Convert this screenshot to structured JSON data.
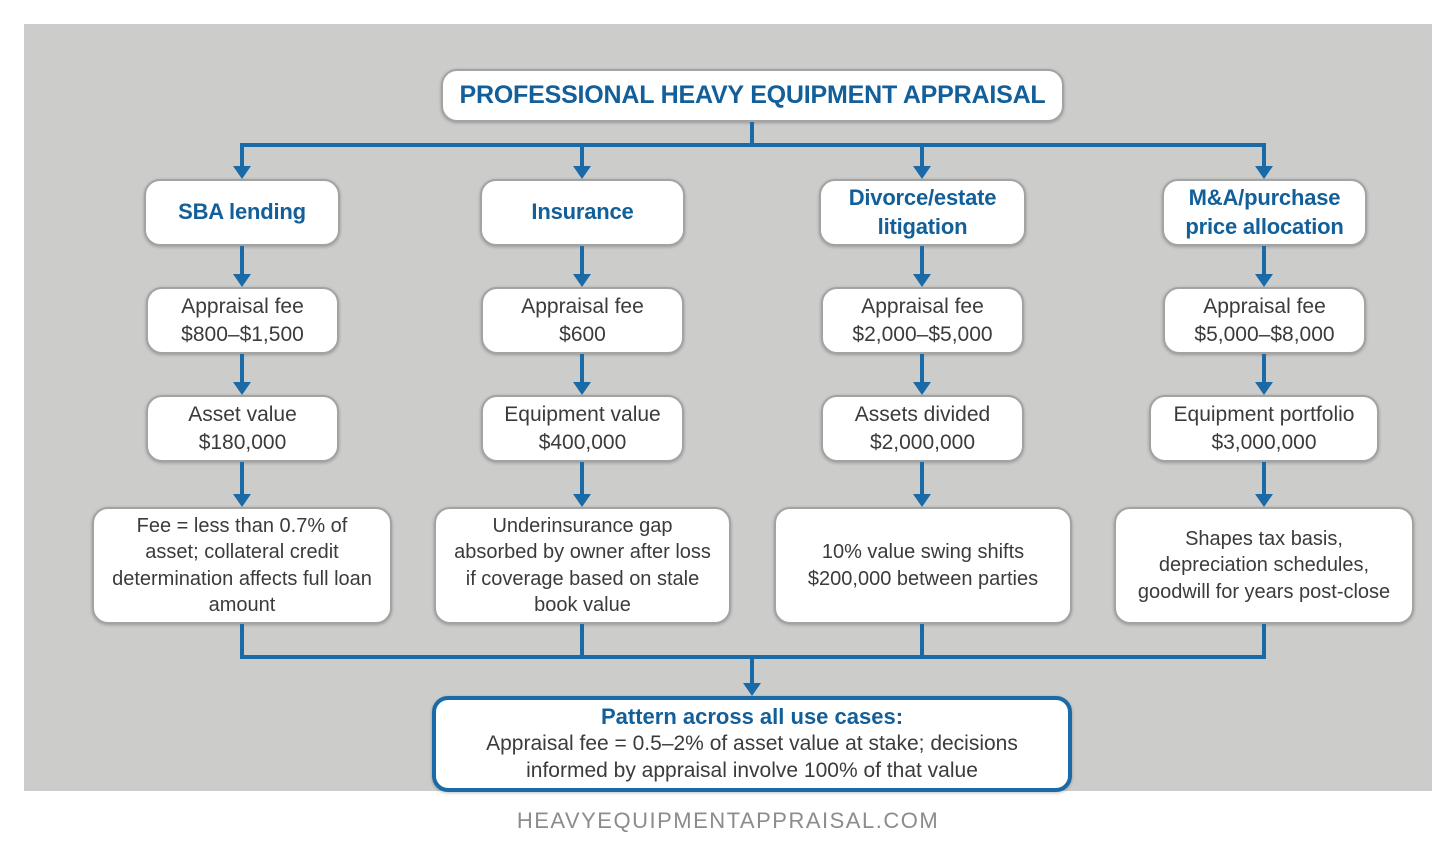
{
  "title": "PROFESSIONAL HEAVY EQUIPMENT APPRAISAL",
  "columns": [
    {
      "header": "SBA lending",
      "fee_line1": "Appraisal fee",
      "fee_line2": "$800–$1,500",
      "value_line1": "Asset value",
      "value_line2": "$180,000",
      "description": "Fee = less than 0.7% of asset; collateral credit determination affects full loan amount"
    },
    {
      "header": "Insurance",
      "fee_line1": "Appraisal fee",
      "fee_line2": "$600",
      "value_line1": "Equipment value",
      "value_line2": "$400,000",
      "description": "Underinsurance gap absorbed by owner after loss if coverage based on stale book value"
    },
    {
      "header": "Divorce/estate litigation",
      "fee_line1": "Appraisal fee",
      "fee_line2": "$2,000–$5,000",
      "value_line1": "Assets divided",
      "value_line2": "$2,000,000",
      "description": "10% value swing shifts $200,000 between parties"
    },
    {
      "header": "M&A/purchase price allocation",
      "fee_line1": "Appraisal fee",
      "fee_line2": "$5,000–$8,000",
      "value_line1": "Equipment portfolio",
      "value_line2": "$3,000,000",
      "description": "Shapes tax basis, depreciation schedules, goodwill for years post-close"
    }
  ],
  "summary": {
    "heading": "Pattern across all use cases:",
    "body": "Appraisal fee = 0.5–2% of asset value at stake; decisions informed by appraisal involve 100% of that value"
  },
  "footer": "HEAVYEQUIPMENTAPPRAISAL.COM",
  "colors": {
    "accent_blue": "#1a6aa8",
    "header_text_blue": "#125f99",
    "text_dark": "#3b3b3b",
    "box_border_gray": "#a3a3a3",
    "canvas_gray": "#cccccb",
    "footer_gray": "#8c8c8c"
  }
}
